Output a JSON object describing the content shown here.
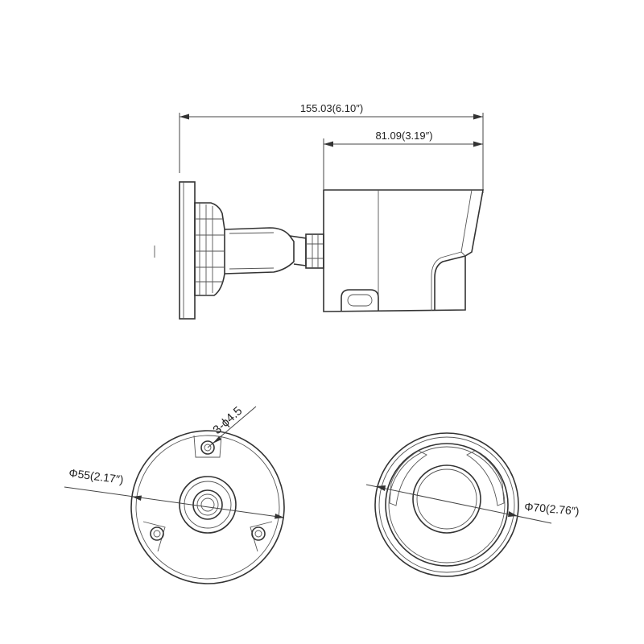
{
  "dimensions": {
    "overall_length": "155.03(6.10″)",
    "housing_length": "81.09(3.19″)",
    "hole_spec": "3-ϕ4.5",
    "base_diameter": "Φ55(2.17″)",
    "front_diameter": "Φ70(2.76″)"
  },
  "colors": {
    "line": "#333333",
    "background": "#ffffff"
  }
}
